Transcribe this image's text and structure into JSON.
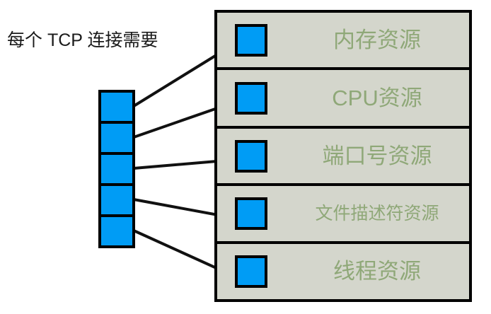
{
  "diagram": {
    "caption": "每个 TCP 连接需要",
    "colors": {
      "chip_blue": "#009cf5",
      "panel_background": "#d4d6cc",
      "label_green": "#8fa878",
      "outline_black": "#000000",
      "caption_text": "#1a1a1a"
    },
    "connection_stack": {
      "count": 5,
      "cells": [
        {
          "index": 1
        },
        {
          "index": 2
        },
        {
          "index": 3
        },
        {
          "index": 4
        },
        {
          "index": 5
        }
      ]
    },
    "resources": [
      {
        "label": "内存资源",
        "size": "large"
      },
      {
        "label": "CPU资源",
        "size": "large"
      },
      {
        "label": "端口号资源",
        "size": "large"
      },
      {
        "label": "文件描述符资源",
        "size": "small"
      },
      {
        "label": "线程资源",
        "size": "large"
      }
    ]
  }
}
